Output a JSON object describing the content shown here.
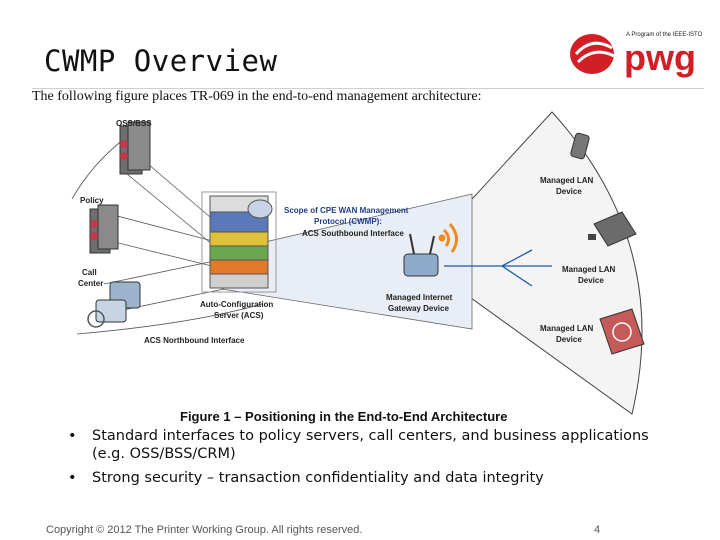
{
  "slide": {
    "title": "CWMP Overview",
    "intro": "The following figure places TR-069 in the end-to-end management architecture:",
    "logo_tagline": "A Program of the IEEE-ISTO",
    "logo_text": "pwg",
    "bullets": [
      "Standard interfaces to policy servers, call centers, and business applications (e.g. OSS/BSS/CRM)",
      "Strong security – transaction confidentiality and data integrity"
    ],
    "footer": "Copyright © 2012 The Printer Working Group. All rights reserved.",
    "page_number": "4"
  },
  "figure": {
    "caption": "Figure 1 – Positioning in the End-to-End Architecture",
    "labels": {
      "oss_bss": "OSS/BSS",
      "policy": "Policy",
      "call_center_1": "Call",
      "call_center_2": "Center",
      "acs_1": "Auto-Configuration",
      "acs_2": "Server (ACS)",
      "acs_north": "ACS Northbound Interface",
      "scope_1": "Scope of CPE WAN Management",
      "scope_2": "Protocol (CWMP):",
      "scope_3": "ACS Southbound Interface",
      "gateway_1": "Managed Internet",
      "gateway_2": "Gateway Device",
      "lan1_1": "Managed LAN",
      "lan1_2": "Device",
      "lan2_1": "Managed LAN",
      "lan2_2": "Device",
      "lan3_1": "Managed LAN",
      "lan3_2": "Device"
    }
  },
  "colors": {
    "pwg_red": "#d21f26",
    "scope_blue": "#1f3c88",
    "wifi_orange": "#f08a1c"
  }
}
